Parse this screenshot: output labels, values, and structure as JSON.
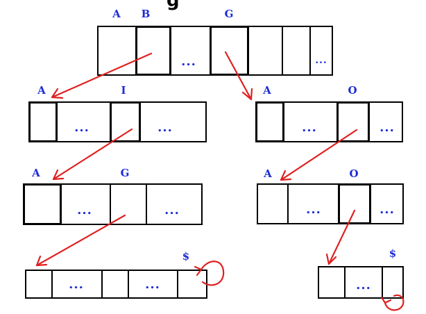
{
  "header_text": "g",
  "colors": {
    "arrow": "#e02020",
    "label": "#1c2bd8",
    "border": "#000000"
  },
  "nodes": {
    "root": {
      "labels": [
        "A",
        "B",
        "G"
      ],
      "ellipsis": "...",
      "tail_ellipsis": "..."
    },
    "l1_left": {
      "labels": [
        "A",
        "I"
      ],
      "ellipsis": "..."
    },
    "l1_right": {
      "labels": [
        "A",
        "O"
      ],
      "ellipsis": "..."
    },
    "l2_left": {
      "labels": [
        "A",
        "G"
      ],
      "ellipsis": "..."
    },
    "l2_right": {
      "labels": [
        "A",
        "O"
      ],
      "ellipsis": "..."
    },
    "l3_left": {
      "labels": [
        "$"
      ],
      "ellipsis": "..."
    },
    "l3_right": {
      "labels": [
        "$"
      ],
      "ellipsis": "..."
    }
  }
}
